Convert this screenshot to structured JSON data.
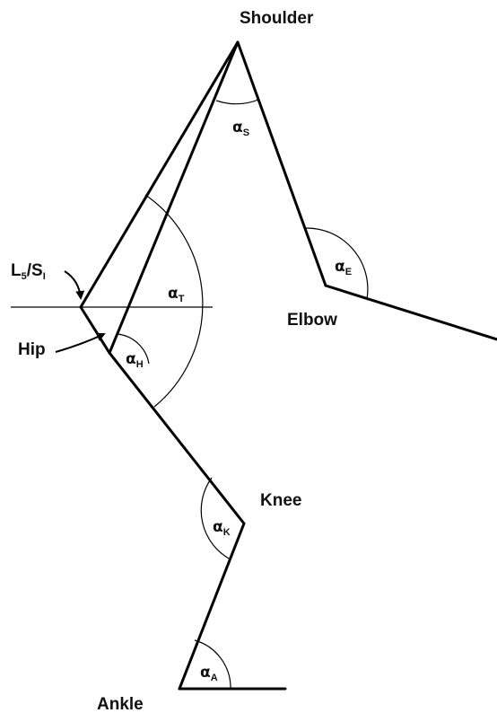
{
  "joints": {
    "shoulder": "Shoulder",
    "elbow": "Elbow",
    "hip": "Hip",
    "knee": "Knee",
    "ankle": "Ankle",
    "lumbosacral": {
      "main": "L",
      "sub1": "5",
      "sep": "/S",
      "sub2": "I"
    }
  },
  "angles": {
    "shoulder": {
      "symbol": "α",
      "sub": "S"
    },
    "elbow": {
      "symbol": "α",
      "sub": "E"
    },
    "trunk": {
      "symbol": "α",
      "sub": "T"
    },
    "hip": {
      "symbol": "α",
      "sub": "H"
    },
    "knee": {
      "symbol": "α",
      "sub": "K"
    },
    "ankle": {
      "symbol": "α",
      "sub": "A"
    }
  }
}
